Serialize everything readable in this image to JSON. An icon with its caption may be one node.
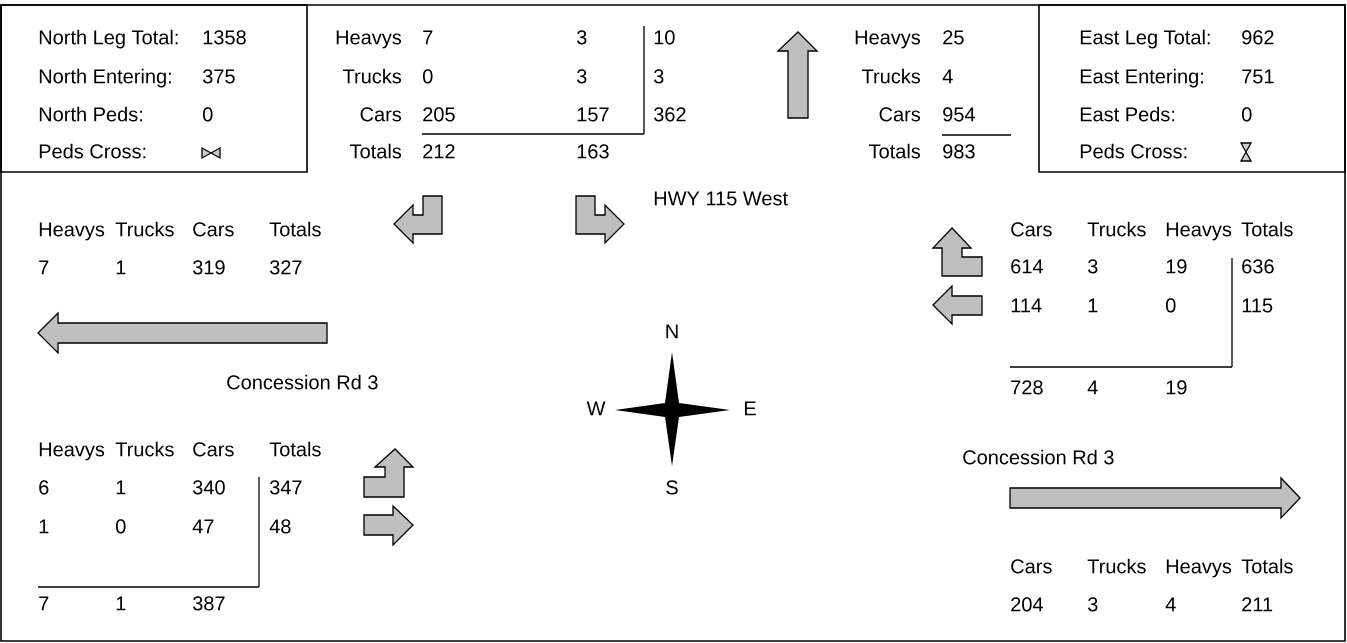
{
  "diagram": {
    "nodes": [
      {
        "text": [
          "North Leg Total:",
          "1358",
          "North Entering:",
          "375",
          "North Peds:",
          "0",
          "Peds Cross:"
        ]
      },
      {
        "text": [
          "East Leg Total:",
          "962",
          "East Entering:",
          "751",
          "East Peds:",
          "0",
          "Peds Cross:"
        ]
      }
    ],
    "labels": [
      "Heavys",
      "7",
      "3",
      "10",
      "Trucks",
      "0",
      "3",
      "3",
      "Cars",
      "205",
      "157",
      "362",
      "Totals",
      "212",
      "163",
      "Heavys",
      "25",
      "Trucks",
      "4",
      "Cars",
      "954",
      "Totals",
      "983",
      "HWY 115 West",
      "Heavys",
      "Trucks",
      "Cars",
      "Totals",
      "7",
      "1",
      "319",
      "327",
      "Cars",
      "Trucks",
      "Heavys",
      "Totals",
      "614",
      "3",
      "19",
      "636",
      "114",
      "1",
      "0",
      "115",
      "728",
      "4",
      "19",
      "N",
      "W",
      "E",
      "S",
      "Concession Rd 3",
      "Heavys",
      "Trucks",
      "Cars",
      "Totals",
      "6",
      "1",
      "340",
      "347",
      "1",
      "0",
      "47",
      "48",
      "7",
      "1",
      "387",
      "Concession Rd 3",
      "Cars",
      "Trucks",
      "Heavys",
      "Totals",
      "204",
      "3",
      "4",
      "211"
    ]
  }
}
